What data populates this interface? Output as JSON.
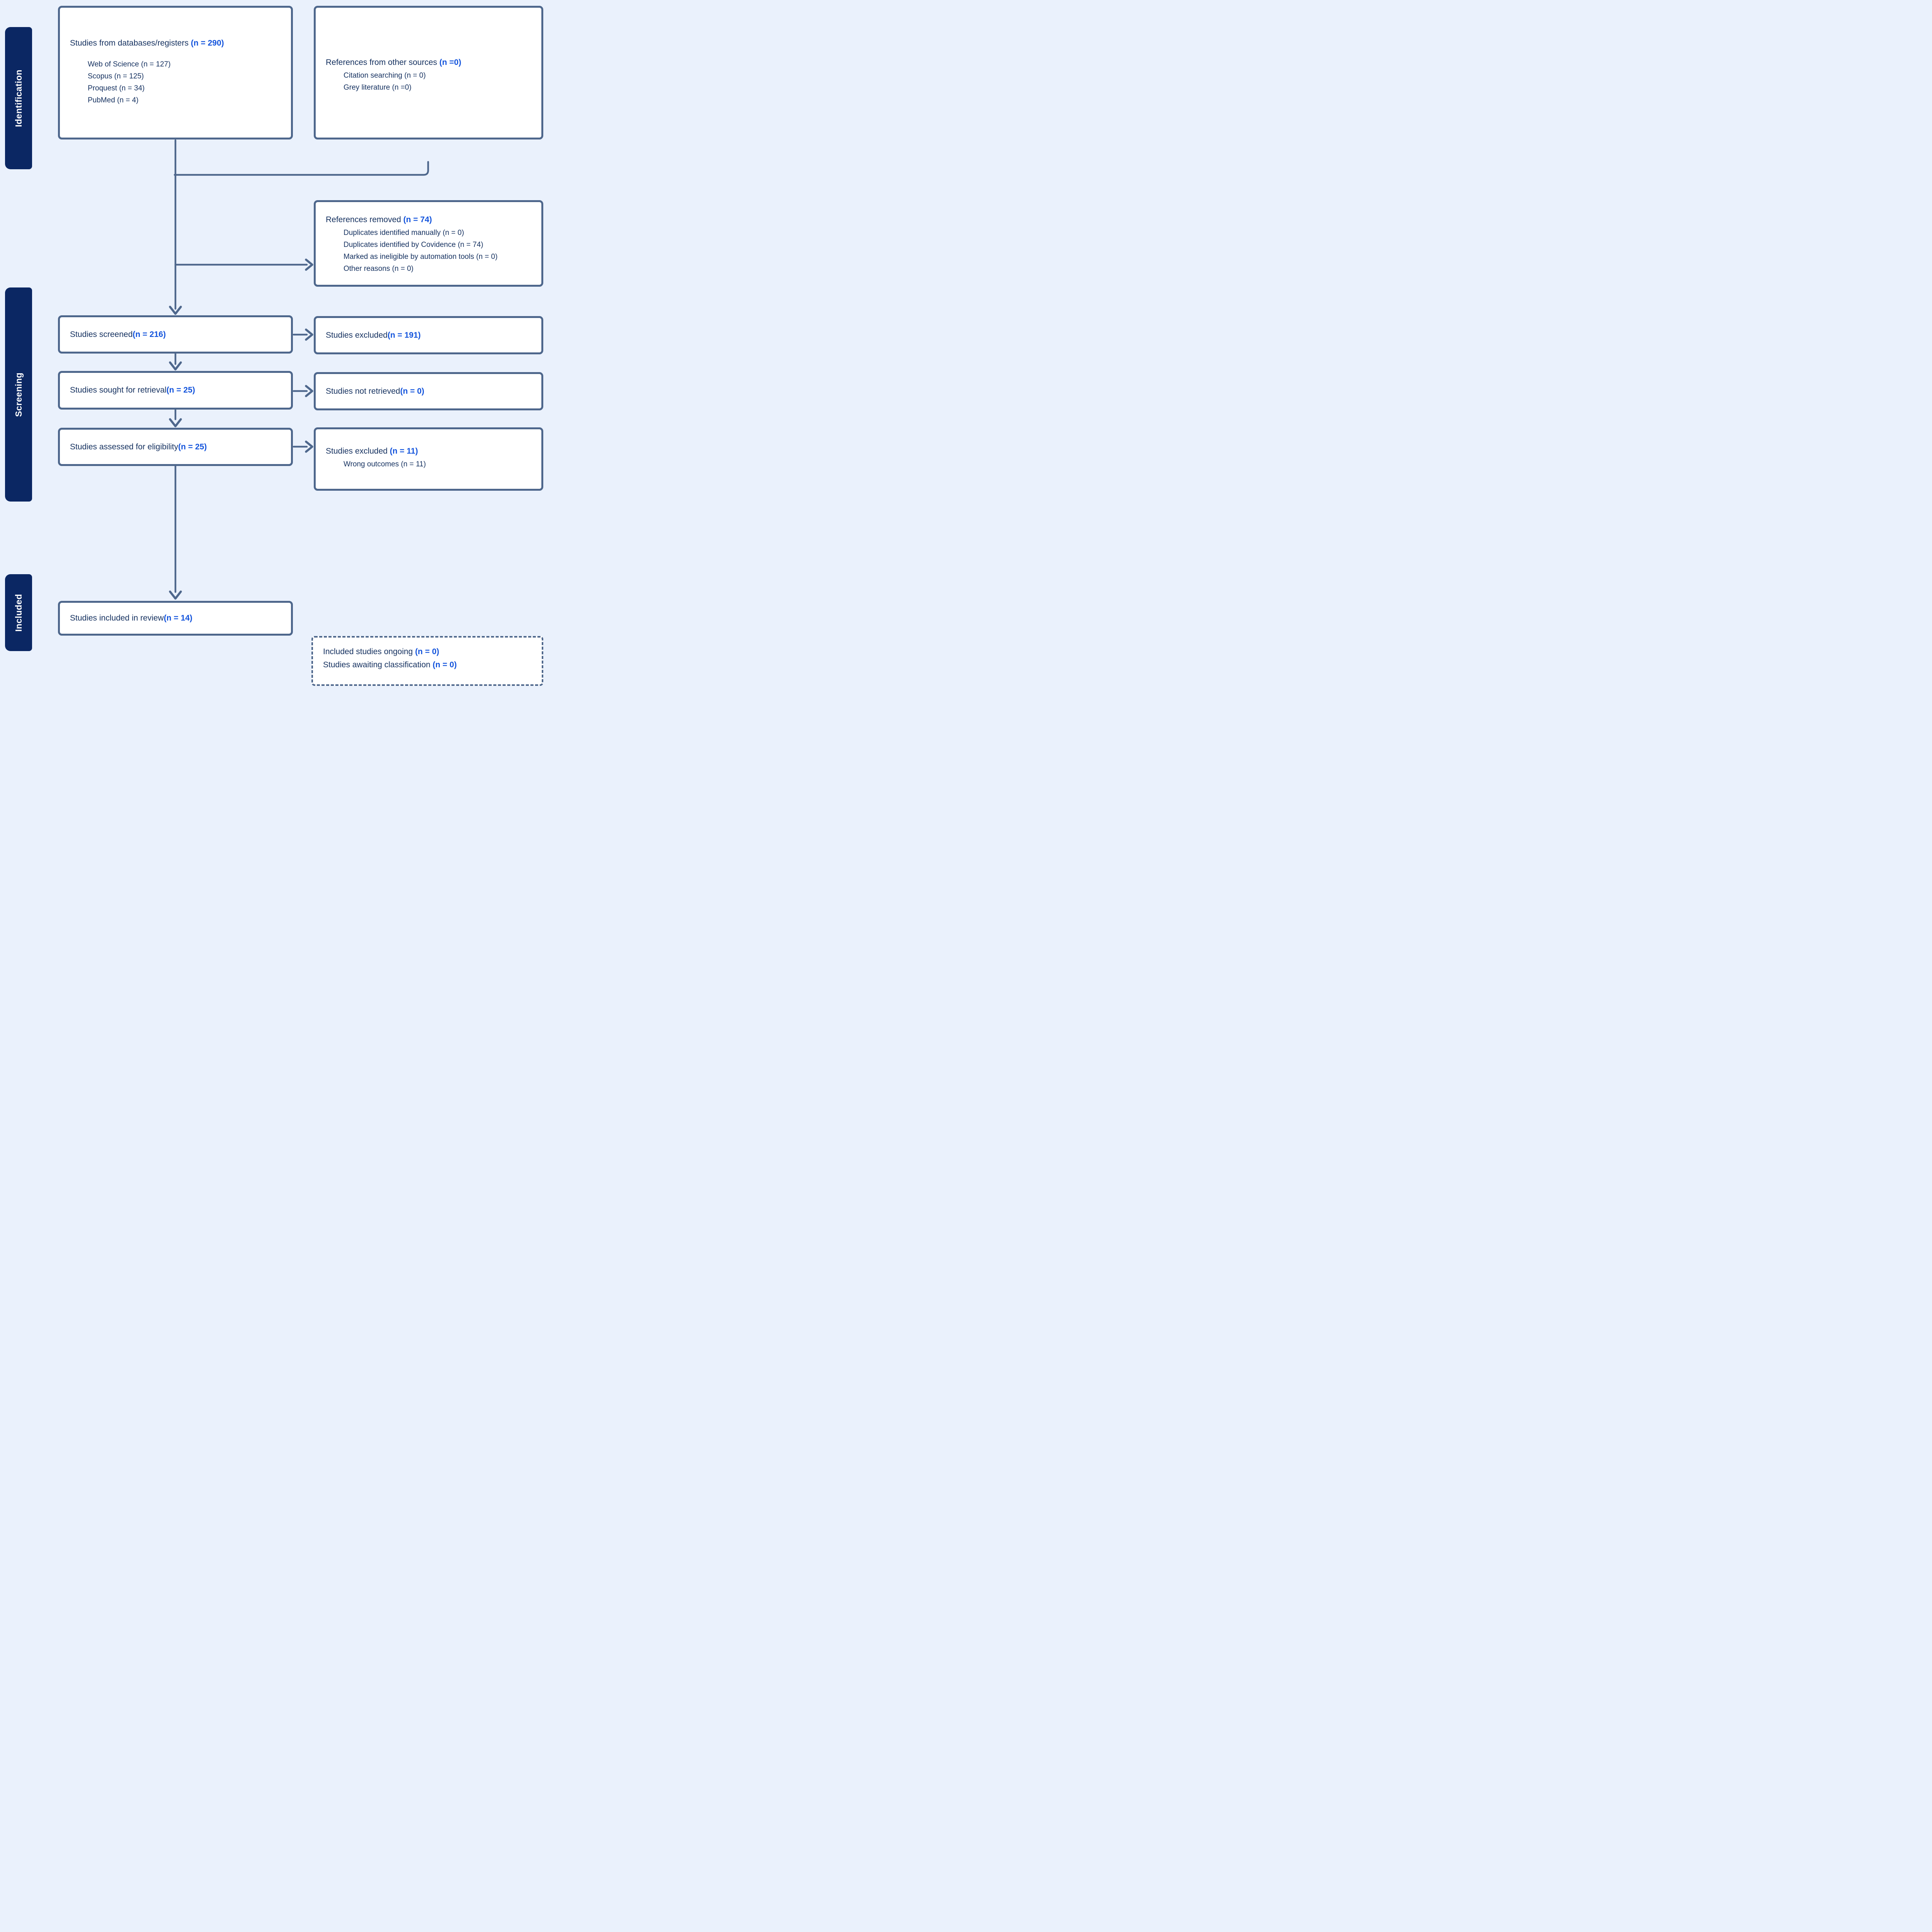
{
  "palette": {
    "background": "#EAF1FC",
    "box_fill": "#FFFFFF",
    "line": "#4E678C",
    "sidebar_fill": "#0B2763",
    "text_navy": "#14305F",
    "accent_blue": "#1253DC",
    "sidebar_text": "#FFFFFF"
  },
  "sidebar": {
    "identification": "Identification",
    "screening": "Screening",
    "included": "Included"
  },
  "boxes": {
    "databases": {
      "title": "Studies from databases/registers ",
      "count": "(n = 290)",
      "items": [
        "Web of Science (n = 127)",
        "Scopus (n = 125)",
        "Proquest (n = 34)",
        "PubMed (n = 4)"
      ]
    },
    "other_sources": {
      "title": "References from other sources ",
      "count": "(n =0)",
      "items": [
        "Citation searching (n = 0)",
        "Grey literature (n =0)"
      ]
    },
    "references_removed": {
      "title": "References removed ",
      "count": "(n = 74)",
      "items": [
        "Duplicates identified manually (n = 0)",
        "Duplicates identified by Covidence (n = 74)",
        "Marked as ineligible by automation tools (n = 0)",
        "Other reasons (n = 0)"
      ]
    },
    "screened": {
      "title": "Studies screened ",
      "count": "(n = 216)"
    },
    "excluded_screening": {
      "title": "Studies excluded ",
      "count": "(n = 191)"
    },
    "sought": {
      "title": "Studies sought for retrieval ",
      "count": "(n = 25)"
    },
    "not_retrieved": {
      "title": "Studies not retrieved ",
      "count": "(n = 0)"
    },
    "assessed": {
      "title": "Studies assessed for eligibility ",
      "count": "(n = 25)"
    },
    "excluded_eligibility": {
      "title": "Studies excluded ",
      "count": "(n = 11)",
      "items": [
        "Wrong outcomes (n = 11)"
      ]
    },
    "included_review": {
      "title": "Studies included in review ",
      "count": "(n = 14)"
    },
    "ongoing": {
      "line1_title": "Included studies ongoing ",
      "line1_count": "(n = 0)",
      "line2_title": "Studies awaiting classification ",
      "line2_count": "(n = 0)"
    }
  }
}
